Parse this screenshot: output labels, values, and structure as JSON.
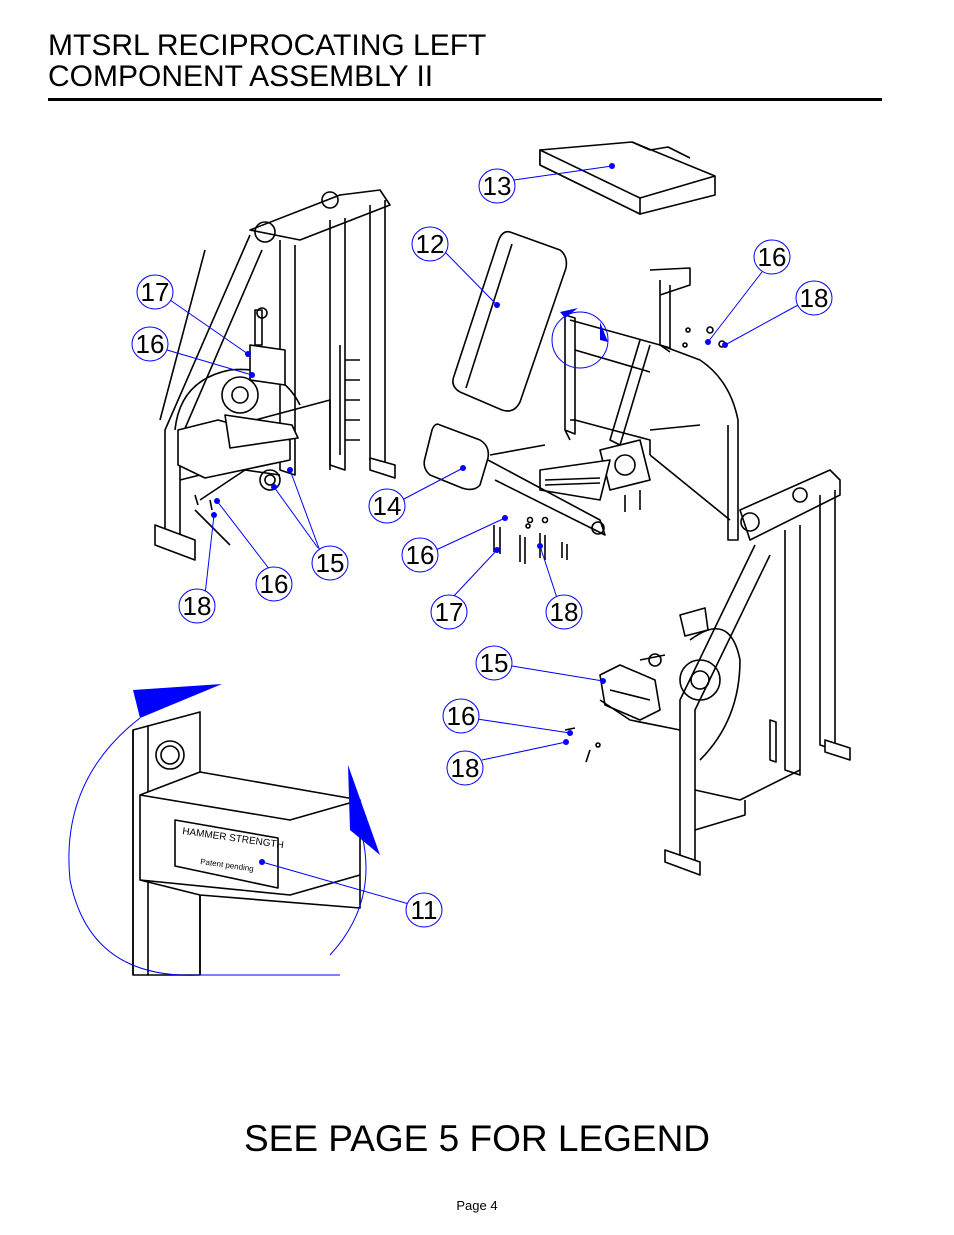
{
  "header": {
    "title_line1": "MTSRL RECIPROCATING LEFT",
    "title_line2": "COMPONENT ASSEMBLY II"
  },
  "detail_plate": {
    "brand": "HAMMER STRENGTH",
    "note": "Patent pending"
  },
  "callouts": [
    {
      "id": "c13",
      "label": "13"
    },
    {
      "id": "c12",
      "label": "12"
    },
    {
      "id": "c16a",
      "label": "16"
    },
    {
      "id": "c18a",
      "label": "18"
    },
    {
      "id": "c17a",
      "label": "17"
    },
    {
      "id": "c16b",
      "label": "16"
    },
    {
      "id": "c14",
      "label": "14"
    },
    {
      "id": "c16c",
      "label": "16"
    },
    {
      "id": "c15a",
      "label": "15"
    },
    {
      "id": "c16d",
      "label": "16"
    },
    {
      "id": "c18b",
      "label": "18"
    },
    {
      "id": "c17b",
      "label": "17"
    },
    {
      "id": "c18c",
      "label": "18"
    },
    {
      "id": "c15b",
      "label": "15"
    },
    {
      "id": "c16e",
      "label": "16"
    },
    {
      "id": "c18d",
      "label": "18"
    },
    {
      "id": "c11",
      "label": "11"
    }
  ],
  "footer": {
    "legend_note": "SEE PAGE 5 FOR LEGEND",
    "page_label": "Page 4"
  },
  "colors": {
    "callout_blue": "#0000ff",
    "line_black": "#000000"
  }
}
